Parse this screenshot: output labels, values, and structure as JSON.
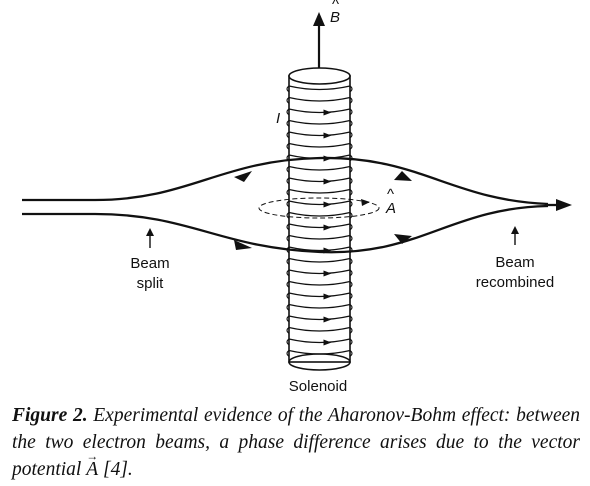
{
  "diagram": {
    "field_label": "B",
    "current_label": "I",
    "vector_potential_label": "A",
    "beam_split_label": [
      "Beam",
      "split"
    ],
    "beam_recombined_label": [
      "Beam",
      "recombined"
    ],
    "solenoid_label": "Solenoid"
  },
  "caption": {
    "label": "Figure 2.",
    "text_before": " Experimental evidence of the Aharonov-Bohm effect: between the two electron beams, a phase difference arises due to the vector potential ",
    "vector_symbol": "A",
    "text_after": " [4]."
  }
}
